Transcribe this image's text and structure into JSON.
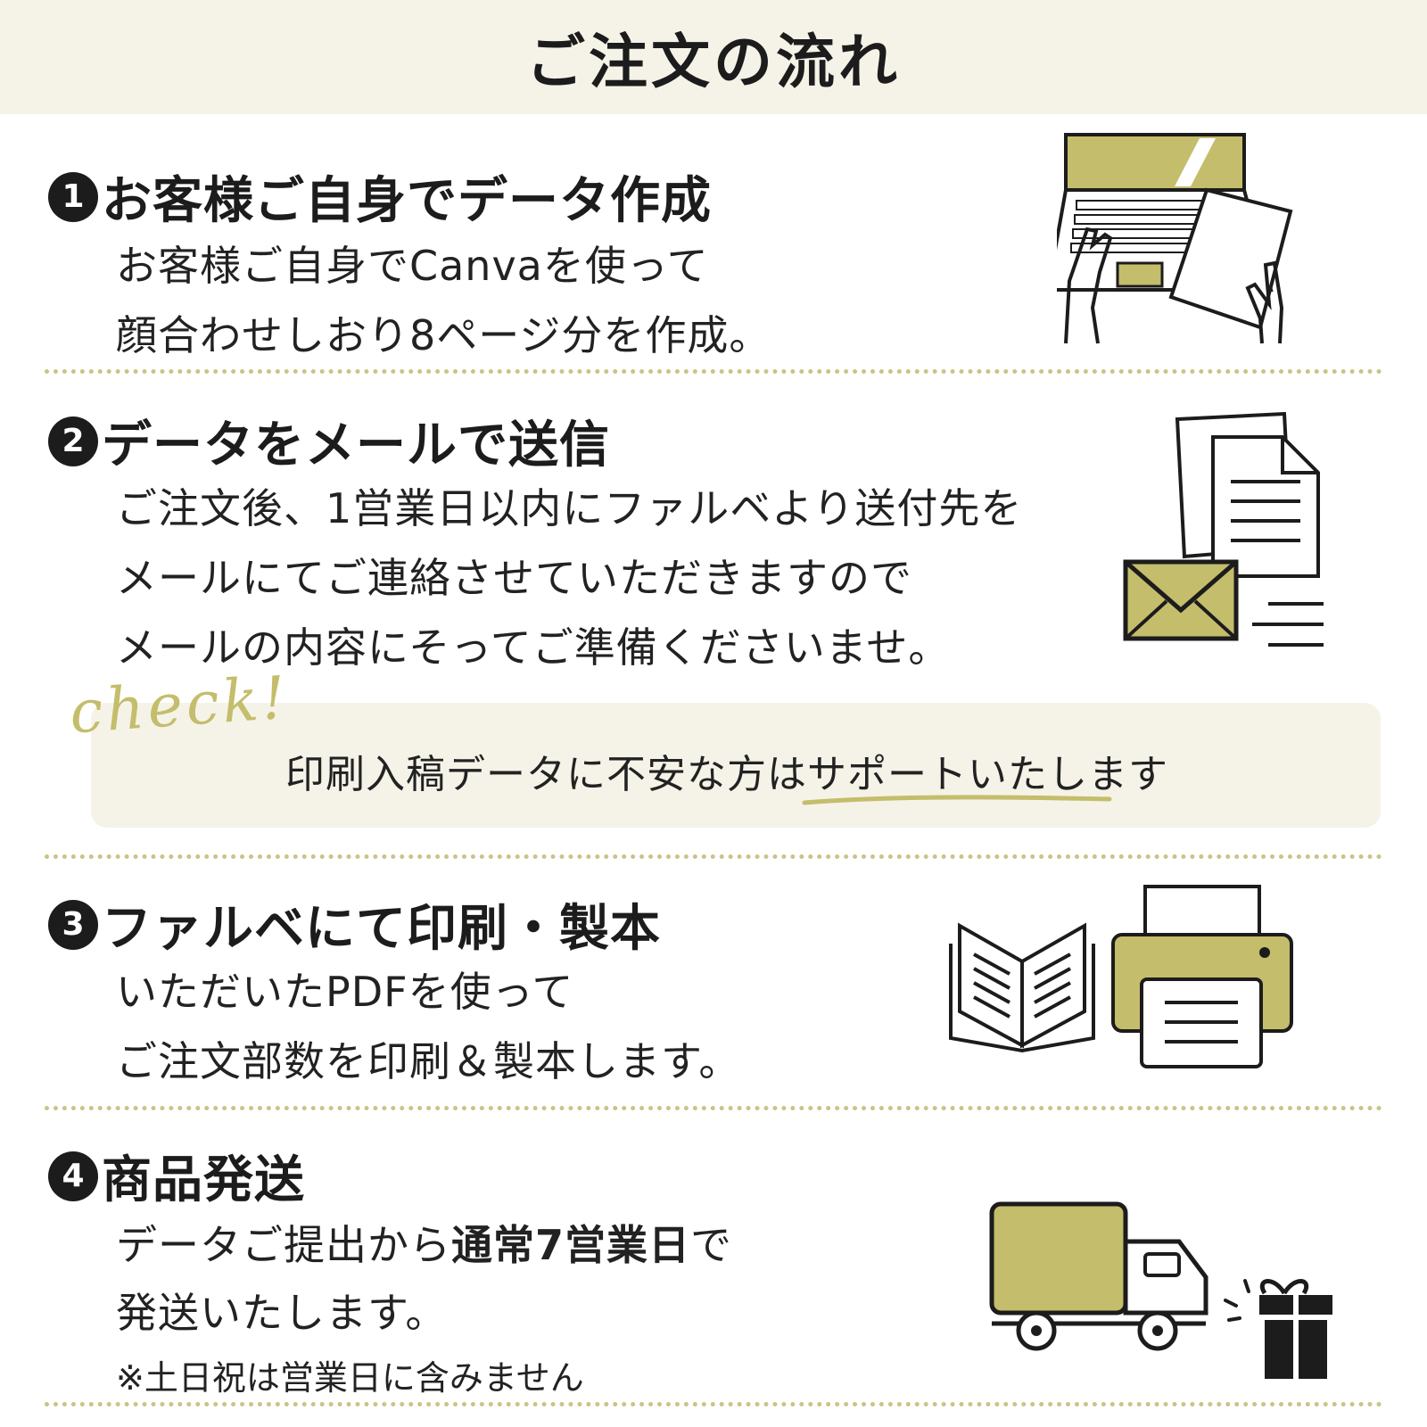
{
  "header": {
    "title": "ご注文の流れ"
  },
  "steps": [
    {
      "number": "1",
      "title": "お客様ご自身でデータ作成",
      "lines": [
        "お客様ご自身でCanvaを使って",
        "顔合わせしおり8ページ分を作成。"
      ]
    },
    {
      "number": "2",
      "title": "データをメールで送信",
      "lines": [
        "ご注文後、1営業日以内にファルベより送付先を",
        "メールにてご連絡させていただきますので",
        "メールの内容にそってご準備くださいませ。"
      ]
    },
    {
      "number": "3",
      "title": "ファルベにて印刷・製本",
      "lines": [
        "いただいたPDFを使って",
        "ご注文部数を印刷＆製本します。"
      ]
    },
    {
      "number": "4",
      "title": "商品発送",
      "line1_pre": "データご提出から",
      "line1_bold": "通常7営業日",
      "line1_post": "で",
      "line2": "発送いたします。",
      "note": "※土日祝は営業日に含みません"
    }
  ],
  "check": {
    "label": "check!",
    "text": "印刷入稿データに不安な方はサポートいたします"
  },
  "colors": {
    "accent": "#c4bd6b",
    "header_bg": "#f5f3e8",
    "ink": "#1c1c1c",
    "dotted": "#c9c487"
  },
  "icons": [
    "laptop-hands-icon",
    "documents-envelope-icon",
    "open-book-icon",
    "printer-icon",
    "delivery-truck-icon",
    "gift-box-icon"
  ]
}
